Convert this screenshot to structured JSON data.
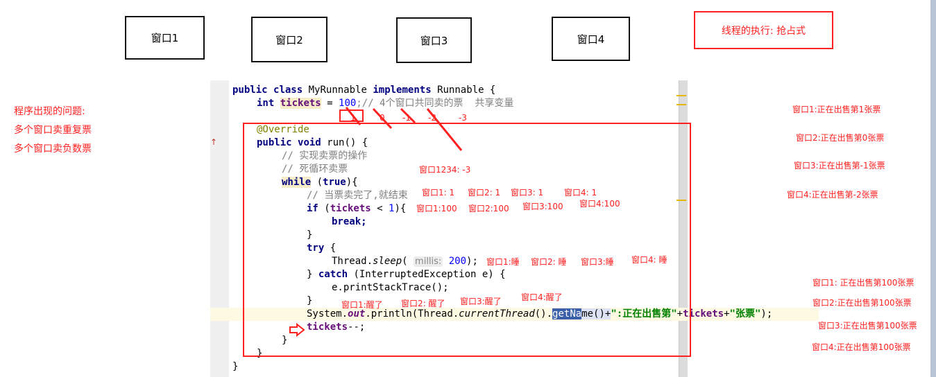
{
  "windows": [
    "窗口1",
    "窗口2",
    "窗口3",
    "窗口4"
  ],
  "title_box": "线程的执行: 抢占式",
  "problems": [
    "程序出现的问题:",
    "多个窗口卖重复票",
    "多个窗口卖负数票"
  ],
  "code": {
    "l1": [
      "public",
      "class",
      "MyRunnable",
      "implements",
      "Runnable {"
    ],
    "l2": [
      "int",
      "tickets",
      " = ",
      "100",
      ";// 4个窗口共同卖的票  共享变量"
    ],
    "override": "@Override",
    "run": [
      "public",
      "void",
      "run() {"
    ],
    "c1": "// 实现卖票的操作",
    "c2": "// 死循环卖票",
    "while": [
      "while",
      " (",
      "true",
      "){"
    ],
    "c3": "// 当票卖完了,就结束",
    "if": [
      "if",
      " (",
      "tickets",
      " < ",
      "1",
      "){"
    ],
    "break": "break;",
    "close": "}",
    "try": [
      "try",
      " {"
    ],
    "sleep": [
      "Thread.",
      "sleep",
      "(",
      "millis:",
      "200",
      ");"
    ],
    "catch": [
      "} ",
      "catch",
      " (InterruptedException e) {"
    ],
    "print": "e.printStackTrace();",
    "sys": [
      "System.",
      "out",
      ".println(Thread.",
      "currentThread",
      "().",
      "getNa",
      "me()+",
      "\":正在出售第\"",
      "+",
      "tickets",
      "+",
      "\"张票\"",
      ");"
    ],
    "dec": [
      "tickets",
      "--;"
    ]
  },
  "annotations": {
    "counts": [
      "1",
      "0",
      "-1",
      "-2",
      "-3"
    ],
    "all": "窗口1234:  -3",
    "ones": [
      "窗口1: 1",
      "窗口2: 1",
      "窗口3: 1",
      "窗口4: 1"
    ],
    "hundreds": [
      "窗口1:100",
      "窗口2:100",
      "窗口3:100",
      "窗口4:100"
    ],
    "sleep": [
      "窗口1:睡",
      "窗口2: 睡",
      "窗口3:睡",
      "窗口4: 睡"
    ],
    "wake": [
      "窗口1:醒了",
      "窗口2: 醒了",
      "窗口3:醒了",
      "窗口4:醒了"
    ],
    "sell_top": [
      "窗口1:正在出售第1张票",
      "窗口2:正在出售第0张票",
      "窗口3:正在出售第-1张票",
      "窗口4:正在出售第-2张票"
    ],
    "sell_bottom": [
      "窗口1: 正在出售第100张票",
      "窗口2:正在出售第100张票",
      "窗口3:正在出售第100张票",
      "窗口4:正在出售第100张票"
    ]
  },
  "colors": {
    "annotation": "#ff2020",
    "keyword": "#000080",
    "string": "#008000"
  }
}
